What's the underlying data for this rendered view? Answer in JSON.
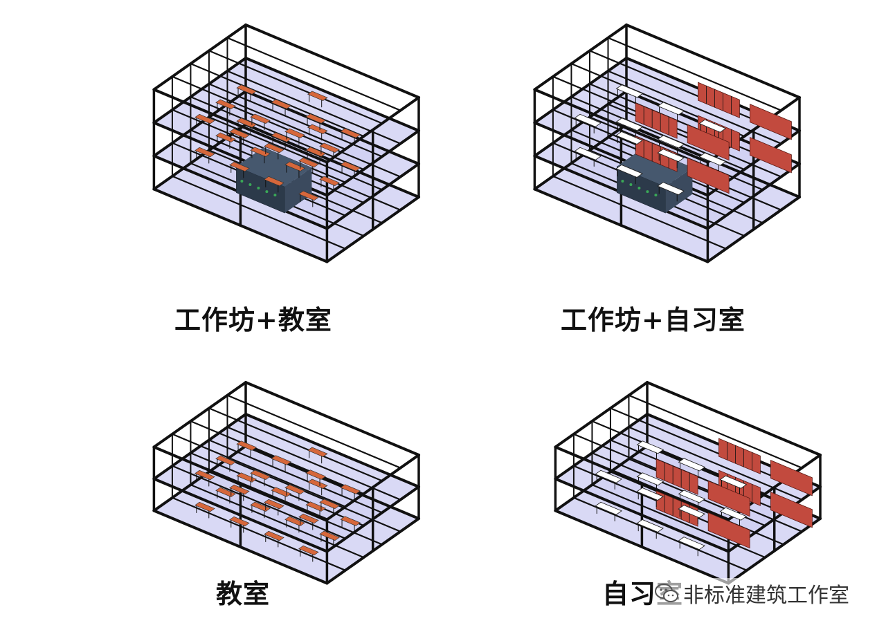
{
  "colors": {
    "frame": "#111111",
    "floor": "#cfd0f2",
    "floor_edge": "#8a8ac0",
    "desk": "#d6673b",
    "desk_white": "#ffffff",
    "shelf": "#c24a3e",
    "machine": "#2c3a4a",
    "machine_accent": "#3aa857"
  },
  "panels": [
    {
      "caption": "工作坊+教室",
      "levels": 3,
      "program": "workshop-classroom"
    },
    {
      "caption": "工作坊+自习室",
      "levels": 3,
      "program": "workshop-studyroom"
    },
    {
      "caption": "教室",
      "levels": 2,
      "program": "classroom"
    },
    {
      "caption": "自习室",
      "levels": 2,
      "program": "studyroom"
    }
  ],
  "watermark": {
    "text": "非标准建筑工作室",
    "icon": "wechat-icon"
  }
}
